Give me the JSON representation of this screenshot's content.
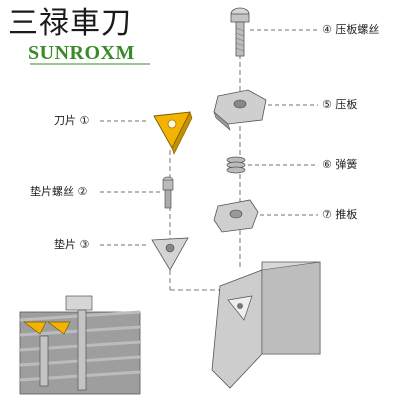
{
  "brand": {
    "chinese": "三禄車刀",
    "english": "SUNROXM",
    "color": "#3a8a2a"
  },
  "parts": [
    {
      "num": "④",
      "label": "压板螺丝"
    },
    {
      "num": "⑤",
      "label": "压板"
    },
    {
      "num": "⑥",
      "label": "弹簧"
    },
    {
      "num": "⑦",
      "label": "推板"
    },
    {
      "num": "①",
      "label": "刀片"
    },
    {
      "num": "②",
      "label": "垫片螺丝"
    },
    {
      "num": "③",
      "label": "垫片"
    }
  ],
  "colors": {
    "insert": "#f2b400",
    "metal": "#c8c8c8",
    "metal_dark": "#8a8a8a",
    "line": "#444444"
  }
}
